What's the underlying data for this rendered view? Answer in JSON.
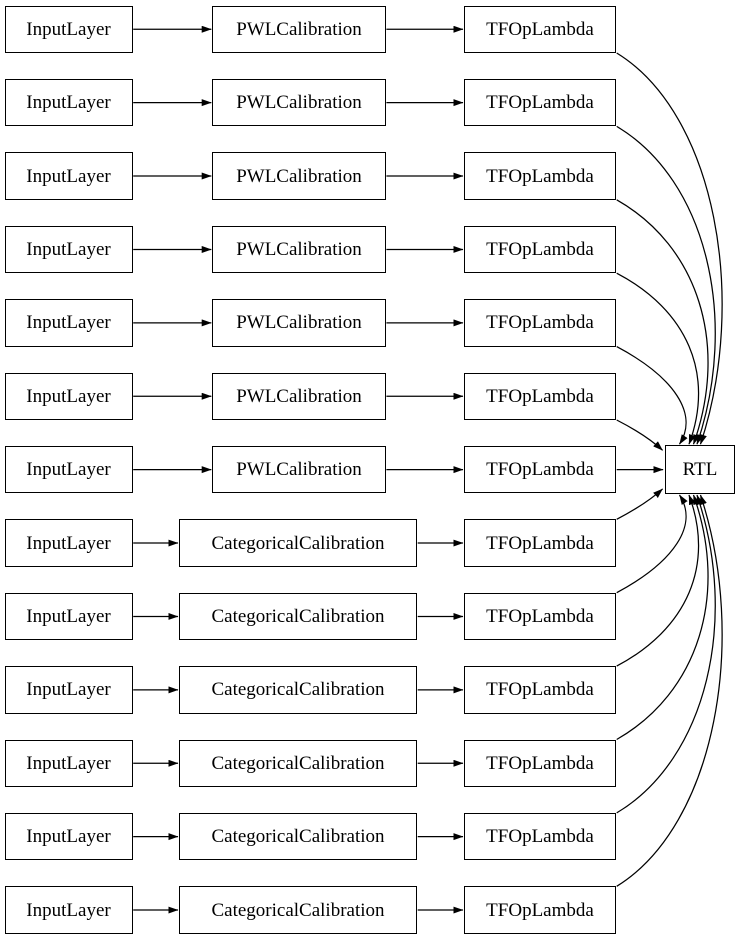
{
  "diagram": {
    "background": "#ffffff",
    "node_fill": "#ffffff",
    "stroke": "#000000",
    "text_color": "#000000",
    "rows": [
      {
        "input": "InputLayer",
        "calibration": "PWLCalibration",
        "lambda": "TFOpLambda"
      },
      {
        "input": "InputLayer",
        "calibration": "PWLCalibration",
        "lambda": "TFOpLambda"
      },
      {
        "input": "InputLayer",
        "calibration": "PWLCalibration",
        "lambda": "TFOpLambda"
      },
      {
        "input": "InputLayer",
        "calibration": "PWLCalibration",
        "lambda": "TFOpLambda"
      },
      {
        "input": "InputLayer",
        "calibration": "PWLCalibration",
        "lambda": "TFOpLambda"
      },
      {
        "input": "InputLayer",
        "calibration": "PWLCalibration",
        "lambda": "TFOpLambda"
      },
      {
        "input": "InputLayer",
        "calibration": "PWLCalibration",
        "lambda": "TFOpLambda"
      },
      {
        "input": "InputLayer",
        "calibration": "CategoricalCalibration",
        "lambda": "TFOpLambda"
      },
      {
        "input": "InputLayer",
        "calibration": "CategoricalCalibration",
        "lambda": "TFOpLambda"
      },
      {
        "input": "InputLayer",
        "calibration": "CategoricalCalibration",
        "lambda": "TFOpLambda"
      },
      {
        "input": "InputLayer",
        "calibration": "CategoricalCalibration",
        "lambda": "TFOpLambda"
      },
      {
        "input": "InputLayer",
        "calibration": "CategoricalCalibration",
        "lambda": "TFOpLambda"
      },
      {
        "input": "InputLayer",
        "calibration": "CategoricalCalibration",
        "lambda": "TFOpLambda"
      }
    ],
    "sink": {
      "label": "RTL"
    },
    "edges_per_row": [
      "input->calibration",
      "calibration->lambda",
      "lambda->sink"
    ]
  }
}
